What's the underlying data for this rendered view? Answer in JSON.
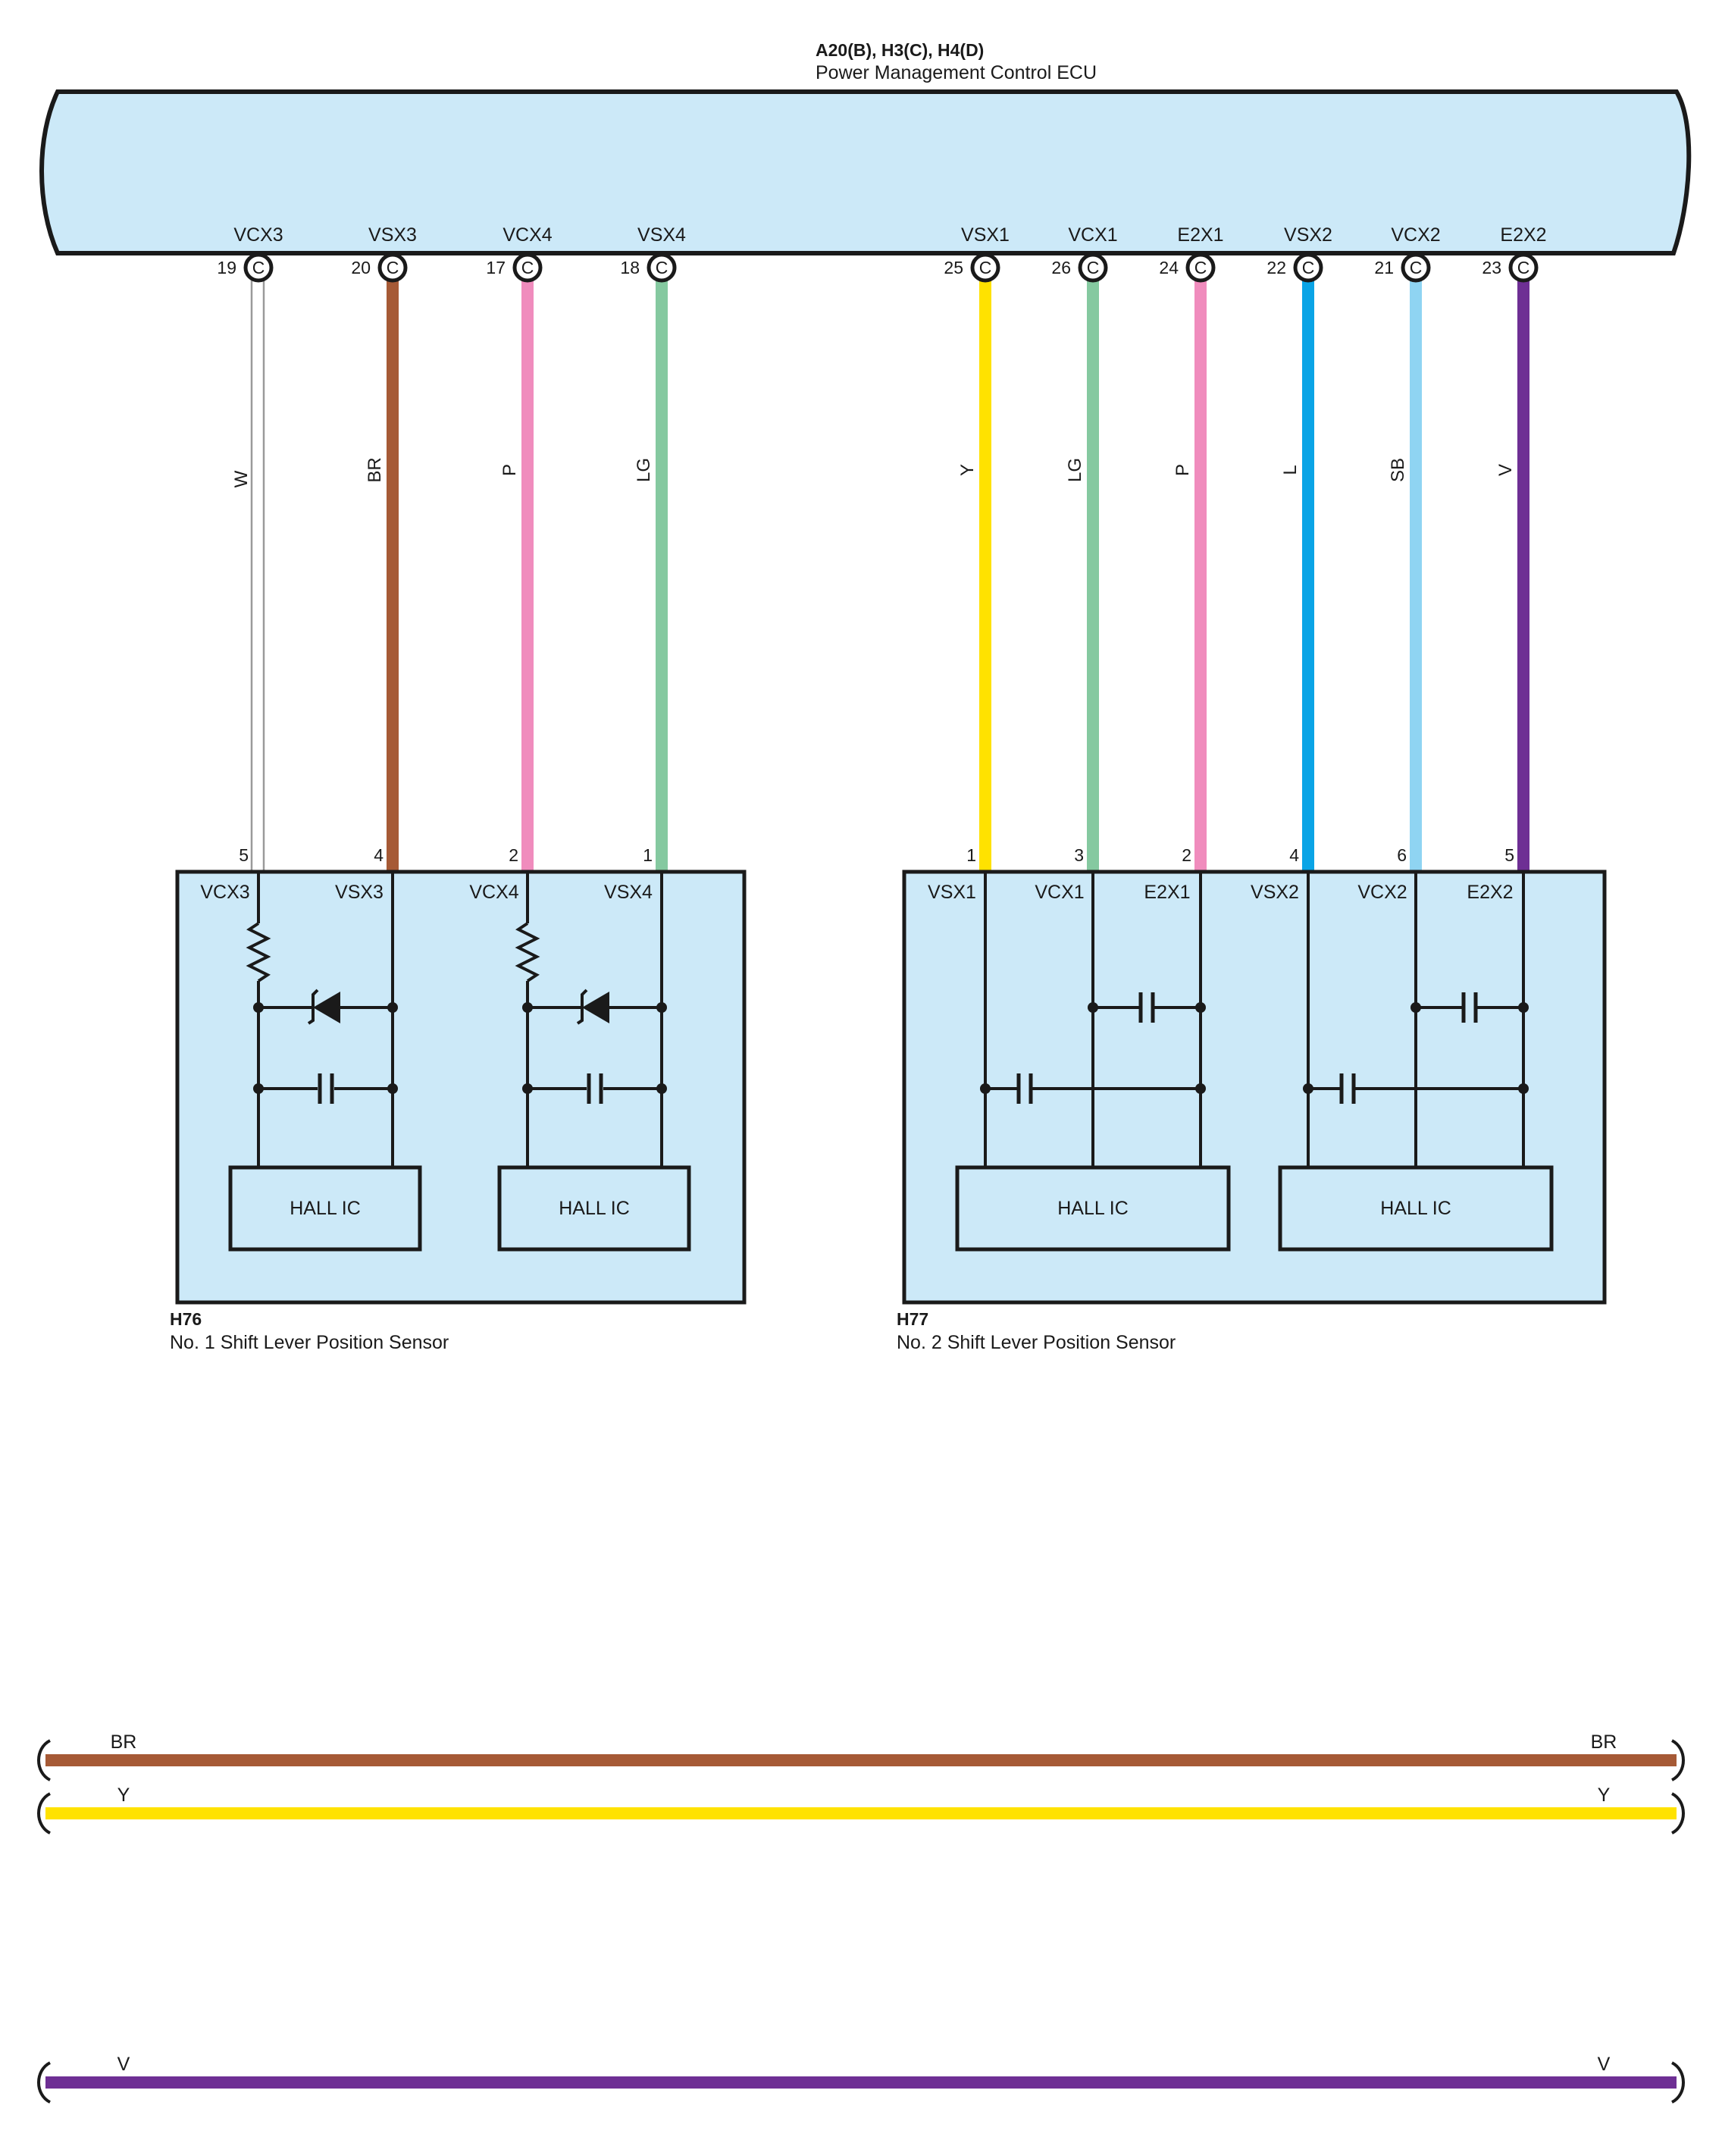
{
  "ecu": {
    "code": "A20(B), H3(C), H4(D)",
    "name": "Power Management Control ECU",
    "fill": "#cce9f8"
  },
  "connector_letter": "C",
  "wires": [
    {
      "id": "w1",
      "signal": "VCX3",
      "pin": "19",
      "color_code": "W",
      "color": "#ffffff",
      "sensor_pin": "5"
    },
    {
      "id": "w2",
      "signal": "VSX3",
      "pin": "20",
      "color_code": "BR",
      "color": "#a65a36",
      "sensor_pin": "4"
    },
    {
      "id": "w3",
      "signal": "VCX4",
      "pin": "17",
      "color_code": "P",
      "color": "#f08cbd",
      "sensor_pin": "2"
    },
    {
      "id": "w4",
      "signal": "VSX4",
      "pin": "18",
      "color_code": "LG",
      "color": "#85c9a0",
      "sensor_pin": "1"
    },
    {
      "id": "w5",
      "signal": "VSX1",
      "pin": "25",
      "color_code": "Y",
      "color": "#ffe200",
      "sensor_pin": "1"
    },
    {
      "id": "w6",
      "signal": "VCX1",
      "pin": "26",
      "color_code": "LG",
      "color": "#85c9a0",
      "sensor_pin": "3"
    },
    {
      "id": "w7",
      "signal": "E2X1",
      "pin": "24",
      "color_code": "P",
      "color": "#f08cbd",
      "sensor_pin": "2"
    },
    {
      "id": "w8",
      "signal": "VSX2",
      "pin": "22",
      "color_code": "L",
      "color": "#0aa4e6",
      "sensor_pin": "4"
    },
    {
      "id": "w9",
      "signal": "VCX2",
      "pin": "21",
      "color_code": "SB",
      "color": "#8fd4f2",
      "sensor_pin": "6"
    },
    {
      "id": "w10",
      "signal": "E2X2",
      "pin": "23",
      "color_code": "V",
      "color": "#6e2f94",
      "sensor_pin": "5"
    }
  ],
  "sensors": [
    {
      "code": "H76",
      "name": "No.  1 Shift Lever Position Sensor",
      "terminals": [
        "VCX3",
        "VSX3",
        "VCX4",
        "VSX4"
      ],
      "hall_ic": [
        "HALL IC",
        "HALL IC"
      ]
    },
    {
      "code": "H77",
      "name": "No.  2 Shift Lever Position Sensor",
      "terminals": [
        "VSX1",
        "VCX1",
        "E2X1",
        "VSX2",
        "VCX2",
        "E2X2"
      ],
      "hall_ic": [
        "HALL IC",
        "HALL IC"
      ]
    }
  ],
  "bus_lines": [
    {
      "code": "BR",
      "color": "#a65a36"
    },
    {
      "code": "Y",
      "color": "#ffe200"
    },
    {
      "code": "V",
      "color": "#6e2f94"
    }
  ]
}
